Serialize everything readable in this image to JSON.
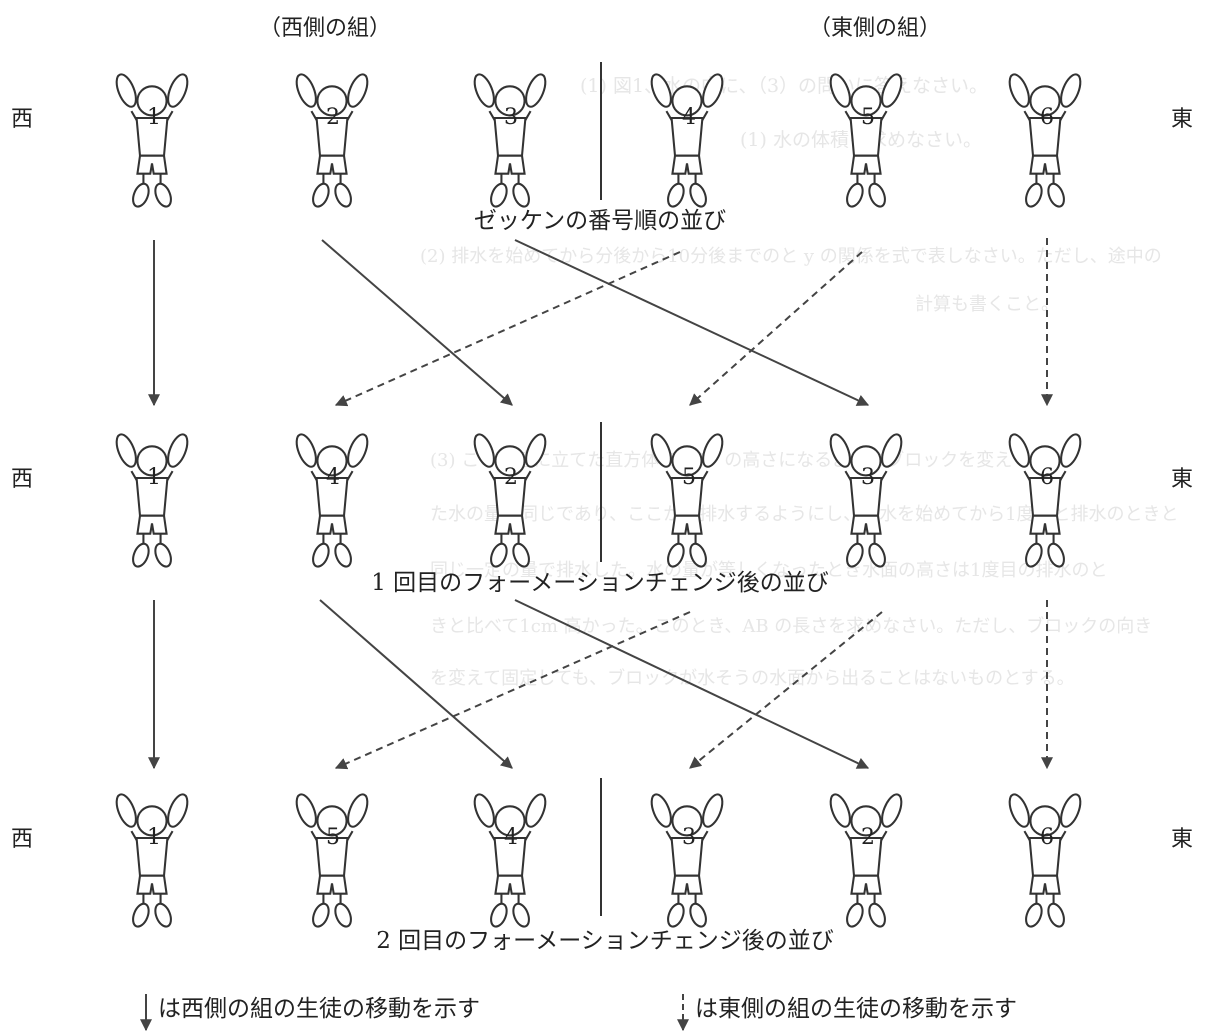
{
  "headers": {
    "west_group": "（西側の組）",
    "east_group": "（東側の組）"
  },
  "side_labels": {
    "west": "西",
    "east": "東"
  },
  "row_labels": [
    "ゼッケンの番号順の並び",
    "1 回目のフォーメーションチェンジ後の並び",
    "2 回目のフォーメーションチェンジ後の並び"
  ],
  "rows": [
    {
      "numbers": [
        "1",
        "2",
        "3",
        "4",
        "5",
        "6"
      ]
    },
    {
      "numbers": [
        "1",
        "4",
        "2",
        "5",
        "3",
        "6"
      ]
    },
    {
      "numbers": [
        "1",
        "5",
        "4",
        "3",
        "2",
        "6"
      ]
    }
  ],
  "legend": {
    "solid_text": "は西側の組の生徒の移動を示す",
    "dashed_text": "は東側の組の生徒の移動を示す"
  },
  "background_text": [
    "(1) 図1、水の中に、（3）の問いに答えなさい。",
    "(1) 水の体積を求めなさい。",
    "(2) 排水を始めてから分後から10分後までのと y の関係を式で表しなさい。ただし、途中の",
    "計算も書くこと。",
    "(3) この水槽に立てた直方体 BDCP の高さになるようにブロックを変え",
    "た水の量は同じであり、ここから排水するようにし、排水を始めてから1度目と排水のときと",
    "同じ一定の量で排水した。水の量が等しくなったとき水面の高さは1度目の排水のと",
    "きと比べて1cm 高かった。このとき、AB の長さを求めなさい。ただし、ブロックの向き",
    "を変えて固定しても、ブロックが水そうの水面から出ることはないものとする。"
  ]
}
